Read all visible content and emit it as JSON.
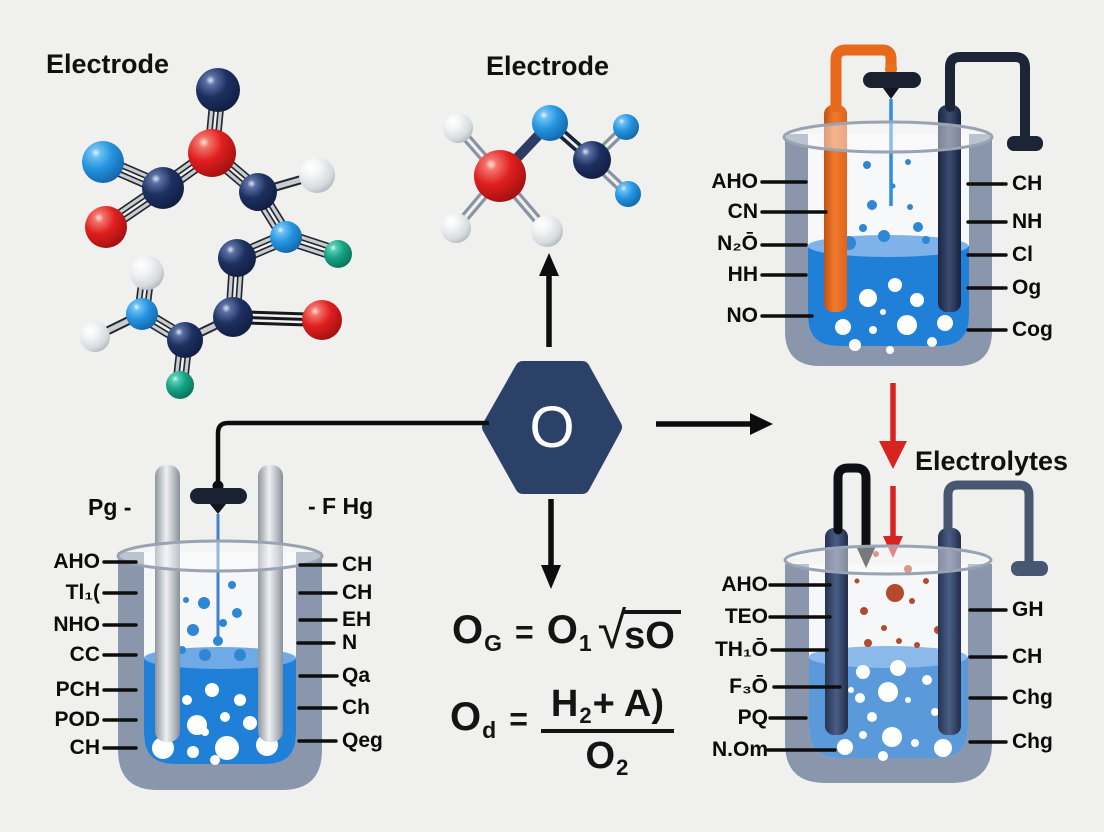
{
  "titles": {
    "electrode_left": "Electrode",
    "electrode_center": "Electrode",
    "electrolytes": "Electrolytes"
  },
  "hexagon": {
    "label": "O"
  },
  "cells": {
    "top_right": {
      "left_labels": [
        "AHO",
        "CN",
        "N₂Ō",
        "HH",
        "NO"
      ],
      "right_labels": [
        "CH",
        "NH",
        "Cl",
        "Og",
        "Cog"
      ]
    },
    "bottom_left": {
      "left_terminal": "Pg -",
      "right_terminal": "- F Hg",
      "left_labels": [
        "AHO",
        "Tl₁(",
        "NHO",
        "CC",
        "PCH",
        "POD",
        "CH"
      ],
      "right_labels": [
        "CH",
        "CH",
        "EH",
        "N",
        "Qa",
        "Ch",
        "Qeg"
      ]
    },
    "bottom_right": {
      "left_labels": [
        "AHO",
        "TEO",
        "TH₁Ō",
        "F₃Ō",
        "PQ",
        "N.Om"
      ],
      "right_labels": [
        "GH",
        "CH",
        "Chg",
        "Chg"
      ]
    }
  },
  "formulas": {
    "f1": {
      "lhs": "O",
      "lhs_sub": "G",
      "eq": "=",
      "rhs": "O",
      "rhs_sub": "1",
      "radical": "√",
      "radicand": "sO"
    },
    "f2": {
      "lhs": "O",
      "lhs_sub": "d",
      "eq": "=",
      "num_main": "H",
      "num_sub": "2",
      "num_rest": "+ A)",
      "den_main": "O",
      "den_sub": "2"
    }
  },
  "colors": {
    "background": "#f0f0ee",
    "hexagon": "#2b4168",
    "liquid": "#2080d8",
    "liquid_light": "#5b9ada",
    "beaker_wall": "#8996ab",
    "orange_electrode": "#e8701f",
    "navy_electrode": "#1b2740",
    "silver_electrode": "#c9ccd1",
    "red_arrow": "#d82420",
    "blue_dot": "#2e86d4",
    "red_dot": "#b5492e"
  }
}
